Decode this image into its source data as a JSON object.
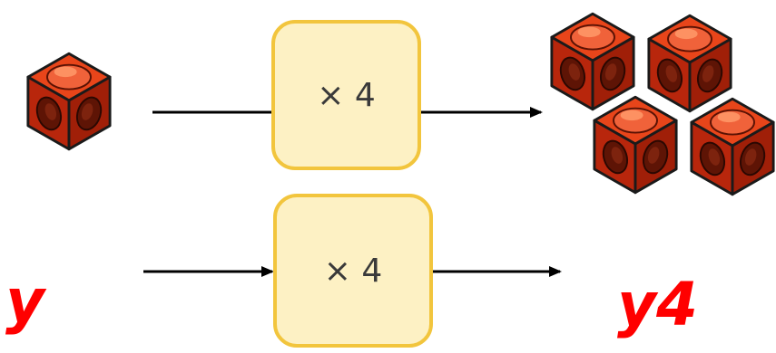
{
  "colors": {
    "box_fill": "#fdf1c4",
    "box_border": "#f2c53d",
    "arrow": "#000000",
    "variable_text": "#ff0000",
    "cube_top": "#e8451a",
    "cube_left": "#b8260c",
    "cube_right": "#a01f08"
  },
  "rows": [
    {
      "operator": "× 4",
      "input_cubes": 1,
      "output_cubes": 4
    },
    {
      "operator": "× 4",
      "input_label": "y",
      "output_label": "y4"
    }
  ],
  "icons": [
    "linking-cube-icon"
  ]
}
